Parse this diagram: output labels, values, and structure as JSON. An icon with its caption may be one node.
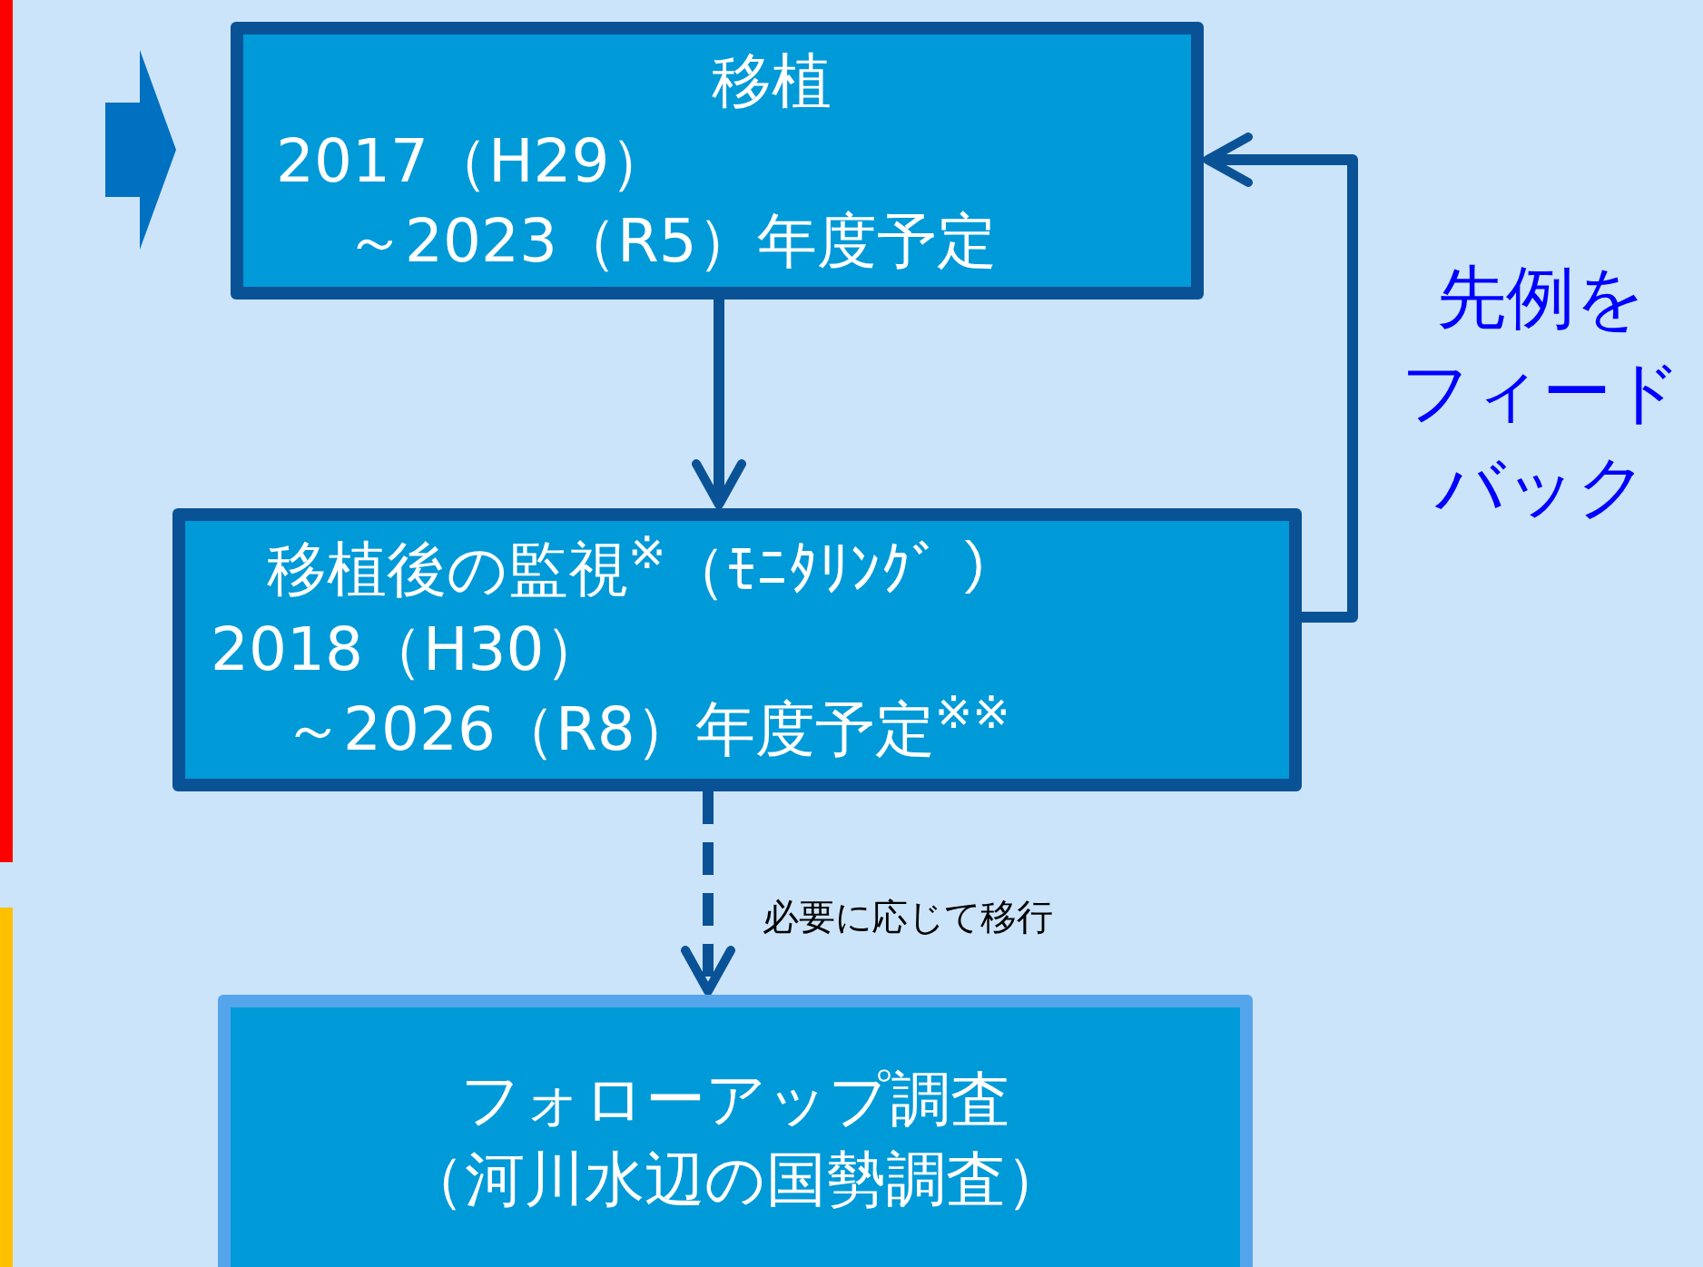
{
  "diagram": {
    "nodes": [
      {
        "text": [
          "移植",
          "2017（H29）",
          "～2023（R5）年度予定"
        ]
      },
      {
        "text": [
          "移植後の監視$^{※}$（ﾓﾆﾀﾘﾝｸﾞ ）",
          "2018（H30）",
          "～2026（R8）年度予定$^{※※}$"
        ]
      },
      {
        "text": [
          "フォローアップ調査",
          "（河川水辺の国勢調査）"
        ]
      }
    ],
    "edges": [
      {
        "from": null,
        "to": 0,
        "arrow": "to",
        "style": "thick",
        "color": "#0070c0"
      },
      {
        "from": 0,
        "to": 1,
        "arrow": "to"
      },
      {
        "from": 1,
        "to": 2,
        "arrow": "to",
        "style": "dashed",
        "label": "必要に応じて移行"
      },
      {
        "from": 1,
        "to": 0,
        "arrow": "to",
        "label": "先例をフィードバック"
      }
    ]
  }
}
